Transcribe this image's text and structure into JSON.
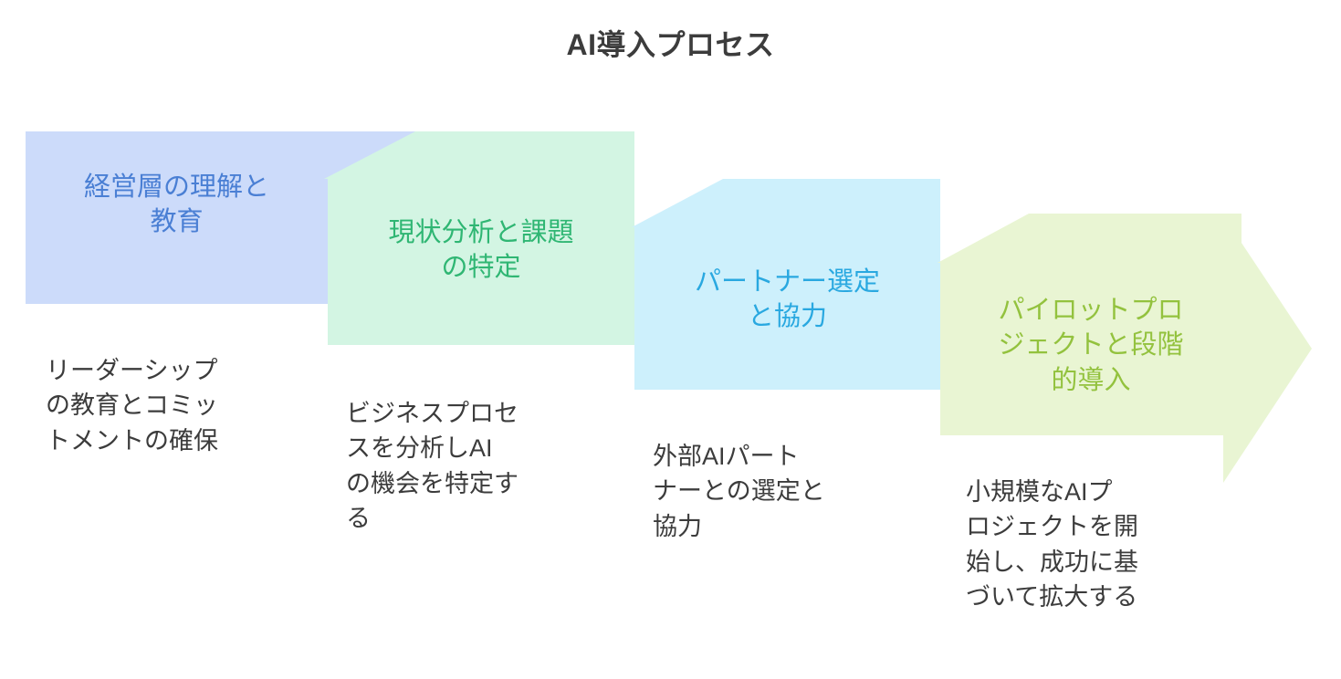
{
  "title": "AI導入プロセス",
  "theme": {
    "background": "#ffffff",
    "title_color": "#3c3c3c",
    "description_color": "#3c3c3c"
  },
  "diagram": {
    "type": "chevron-process",
    "direction": "left-to-right-descending",
    "stage_count": 4,
    "stages": [
      {
        "index": 1,
        "label": "経営層の理解と\n教育",
        "description": "リーダーシップ\nの教育とコミッ\nトメントの確保",
        "fill": "#ccdbfa",
        "text_color": "#4a7fd4",
        "shape": "chevron-with-fold-tab"
      },
      {
        "index": 2,
        "label": "現状分析と課題\nの特定",
        "description": "ビジネスプロセ\nスを分析しAI\nの機会を特定す\nる",
        "fill": "#d3f5e3",
        "text_color": "#2fb673",
        "shape": "chevron-with-fold-tab"
      },
      {
        "index": 3,
        "label": "パートナー選定\nと協力",
        "description": "外部AIパート\nナーとの選定と\n協力",
        "fill": "#cdf0fc",
        "text_color": "#29a8e0",
        "shape": "chevron-with-fold-tab"
      },
      {
        "index": 4,
        "label": "パイロットプロ\nジェクトと段階\n的導入",
        "description": "小規模なAIプ\nロジェクトを開\n始し、成功に基\nづいて拡大する",
        "fill": "#e9f5d3",
        "text_color": "#93c23e",
        "shape": "arrow-head-right"
      }
    ]
  }
}
